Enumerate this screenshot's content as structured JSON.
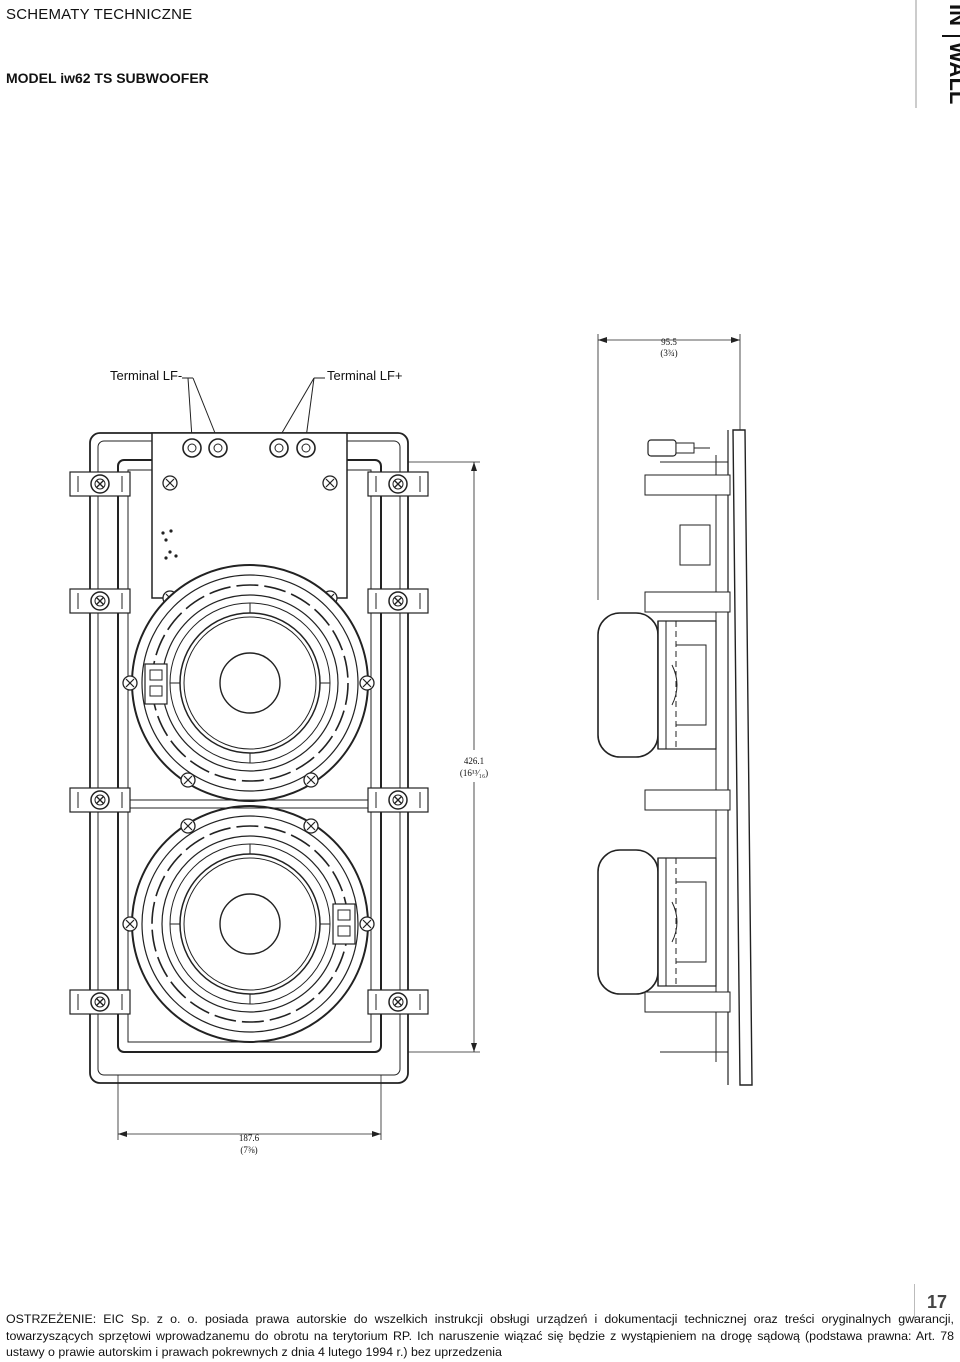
{
  "header": {
    "section_title": "SCHEMATY TECHNICZNE",
    "model_title": "MODEL iw62 TS SUBWOOFER",
    "brand": {
      "part1": "IN",
      "part2": "WALL"
    }
  },
  "drawing": {
    "terminal_minus": "Terminal LF-",
    "terminal_plus": "Terminal LF+",
    "depth_mm": "95.5",
    "depth_in": "(3¾)",
    "height_mm": "426.1",
    "height_in": "(16¹³⁄₁₆)",
    "width_mm": "187.6",
    "width_in": "(7⅜)"
  },
  "footer": {
    "page_number": "17",
    "legal_text": "OSTRZEŻENIE: EIC Sp. z o. o. posiada prawa autorskie do wszelkich instrukcji obsługi urządzeń i dokumentacji technicznej oraz treści oryginalnych gwarancji, towarzyszących sprzętowi wprowadzanemu do obrotu na terytorium RP. Ich naruszenie wiązać się będzie z wystąpieniem na drogę sądową (podstawa prawna: Art. 78 ustawy o prawie autorskim i prawach pokrewnych z dnia 4 lutego 1994 r.) bez uprzedzenia"
  }
}
